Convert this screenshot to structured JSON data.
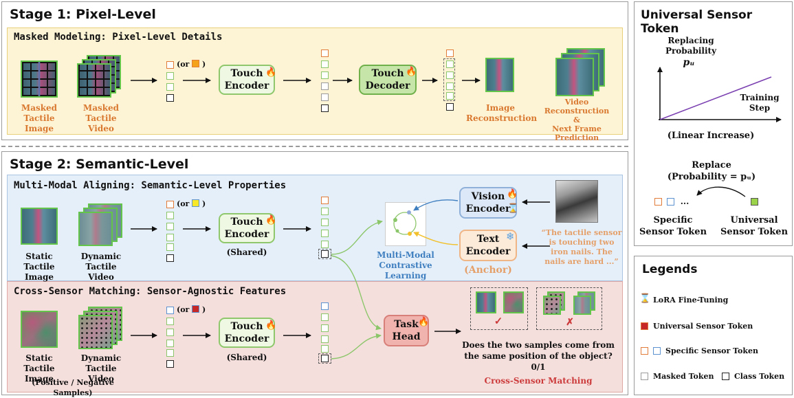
{
  "stage1": {
    "title": "Stage 1: Pixel-Level",
    "subtitle": "Masked Modeling: Pixel-Level Details",
    "masked_image_label": [
      "Masked",
      "Tactile Image"
    ],
    "masked_video_label": [
      "Masked",
      "Tactile Video"
    ],
    "or_open": "(or",
    "or_close": ")",
    "encoder": [
      "Touch",
      "Encoder"
    ],
    "decoder": [
      "Touch",
      "Decoder"
    ],
    "image_recon_label": [
      "Image",
      "Reconstruction"
    ],
    "video_recon_label": [
      "Video Reconstruction",
      "&",
      "Next Frame",
      "Prediction"
    ]
  },
  "stage2": {
    "title": "Stage 2: Semantic-Level",
    "align": {
      "subtitle": "Multi-Modal Aligning: Semantic-Level Properties",
      "static_label": [
        "Static",
        "Tactile Image"
      ],
      "dynamic_label": [
        "Dynamic",
        "Tactile Video"
      ],
      "encoder": [
        "Touch",
        "Encoder"
      ],
      "shared": "(Shared)",
      "vision_encoder": [
        "Vision",
        "Encoder"
      ],
      "text_encoder": [
        "Text",
        "Encoder"
      ],
      "anchor": "(Anchor)",
      "contrastive_label": [
        "Multi-Modal",
        "Contrastive Learning"
      ],
      "quote": [
        "“The tactile sensor",
        "is touching two",
        "iron nails. The",
        "nails are hard ...”"
      ]
    },
    "match": {
      "subtitle": "Cross-Sensor Matching: Sensor-Agnostic Features",
      "static_label": [
        "Static",
        "Tactile Image"
      ],
      "dynamic_label": [
        "Dynamic",
        "Tactile Video"
      ],
      "samples_note": "(Positive / Negative Samples)",
      "encoder": [
        "Touch",
        "Encoder"
      ],
      "shared": "(Shared)",
      "task_head": [
        "Task",
        "Head"
      ],
      "question": [
        "Does the two samples come from",
        "the same position of the object?",
        "0/1"
      ],
      "matching_label": "Cross-Sensor Matching",
      "check_mark": "✓",
      "cross_mark": "✗"
    }
  },
  "ust": {
    "title": "Universal Sensor Token",
    "y_label": [
      "Replacing",
      "Probability"
    ],
    "p_symbol": "pᵤ",
    "x_label": [
      "Training",
      "Step"
    ],
    "caption": "(Linear Increase)",
    "replace": [
      "Replace",
      "(Probability = pᵤ)"
    ],
    "dots": "...",
    "specific": [
      "Specific",
      "Sensor Token"
    ],
    "universal": [
      "Universal",
      "Sensor Token"
    ]
  },
  "legend": {
    "title": "Legends",
    "items": [
      "LoRA Fine-Tuning",
      "Universal Sensor Token",
      "Specific Sensor Token",
      "Masked Token",
      "Class Token"
    ]
  },
  "colors": {
    "stage1_bg": "#fdf4d6",
    "align_bg": "#e5eff9",
    "match_bg": "#f5dfdd",
    "token_green": "#8cc66a",
    "token_orange": "#e07b39",
    "token_blue": "#5b92cf"
  }
}
